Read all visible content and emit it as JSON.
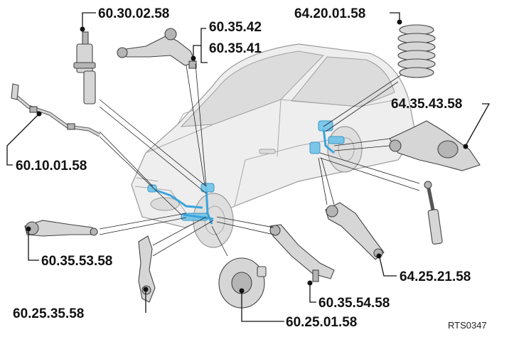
{
  "labels": {
    "strut_front": "60.30.02.58",
    "upper_arm_a": "60.35.42",
    "upper_arm_b": "60.35.41",
    "spring": "64.20.01.58",
    "rear_arm_upper": "64.35.43.58",
    "stabilizer": "60.10.01.58",
    "lower_arm_front": "60.35.53.58",
    "knuckle": "60.25.35.58",
    "hub": "60.25.01.58",
    "tension_strut": "60.35.54.58",
    "rear_link": "64.25.21.58"
  },
  "reference": "RTS0347",
  "colors": {
    "highlight": "#6fc3ea",
    "highlight_stroke": "#2b8ec4",
    "text": "#111111"
  }
}
